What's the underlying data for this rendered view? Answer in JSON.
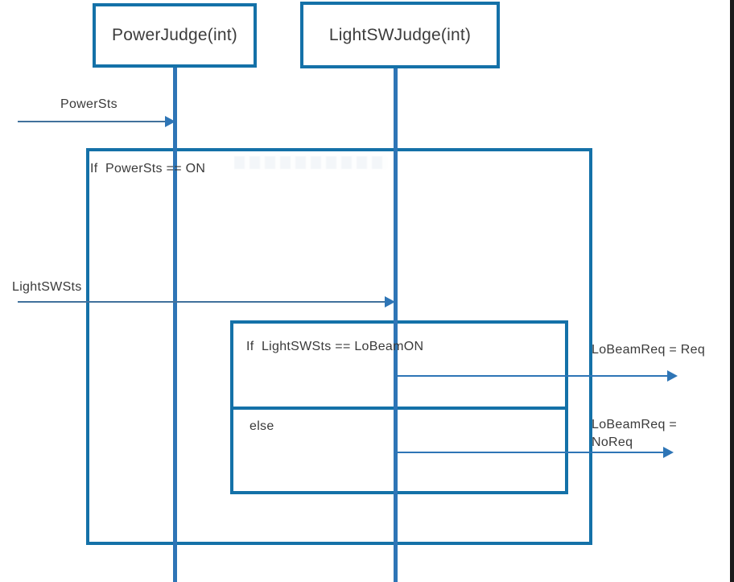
{
  "diagram": {
    "actors": [
      {
        "label": "PowerJudge(int)"
      },
      {
        "label": "LightSWJudge(int)"
      }
    ],
    "messages": [
      {
        "label": "PowerSts"
      },
      {
        "label": "LightSWSts"
      },
      {
        "label": "LoBeamReq = Req"
      },
      {
        "label": "LoBeamReq =\nNoReq"
      }
    ],
    "fragments": {
      "outer_condition": "If  PowerSts == ON",
      "inner_if_condition": "If  LightSWSts == LoBeamON",
      "inner_else_condition": "else"
    },
    "colors": {
      "frame_border": "#1471A8",
      "lifeline": "#2E75B6",
      "message_line_left": "#41719C",
      "message_line_right": "#2E75B6",
      "arrow_head": "#2E75B6",
      "text": "#3A3A3A",
      "edge_bar": "#1B1B1B"
    }
  }
}
